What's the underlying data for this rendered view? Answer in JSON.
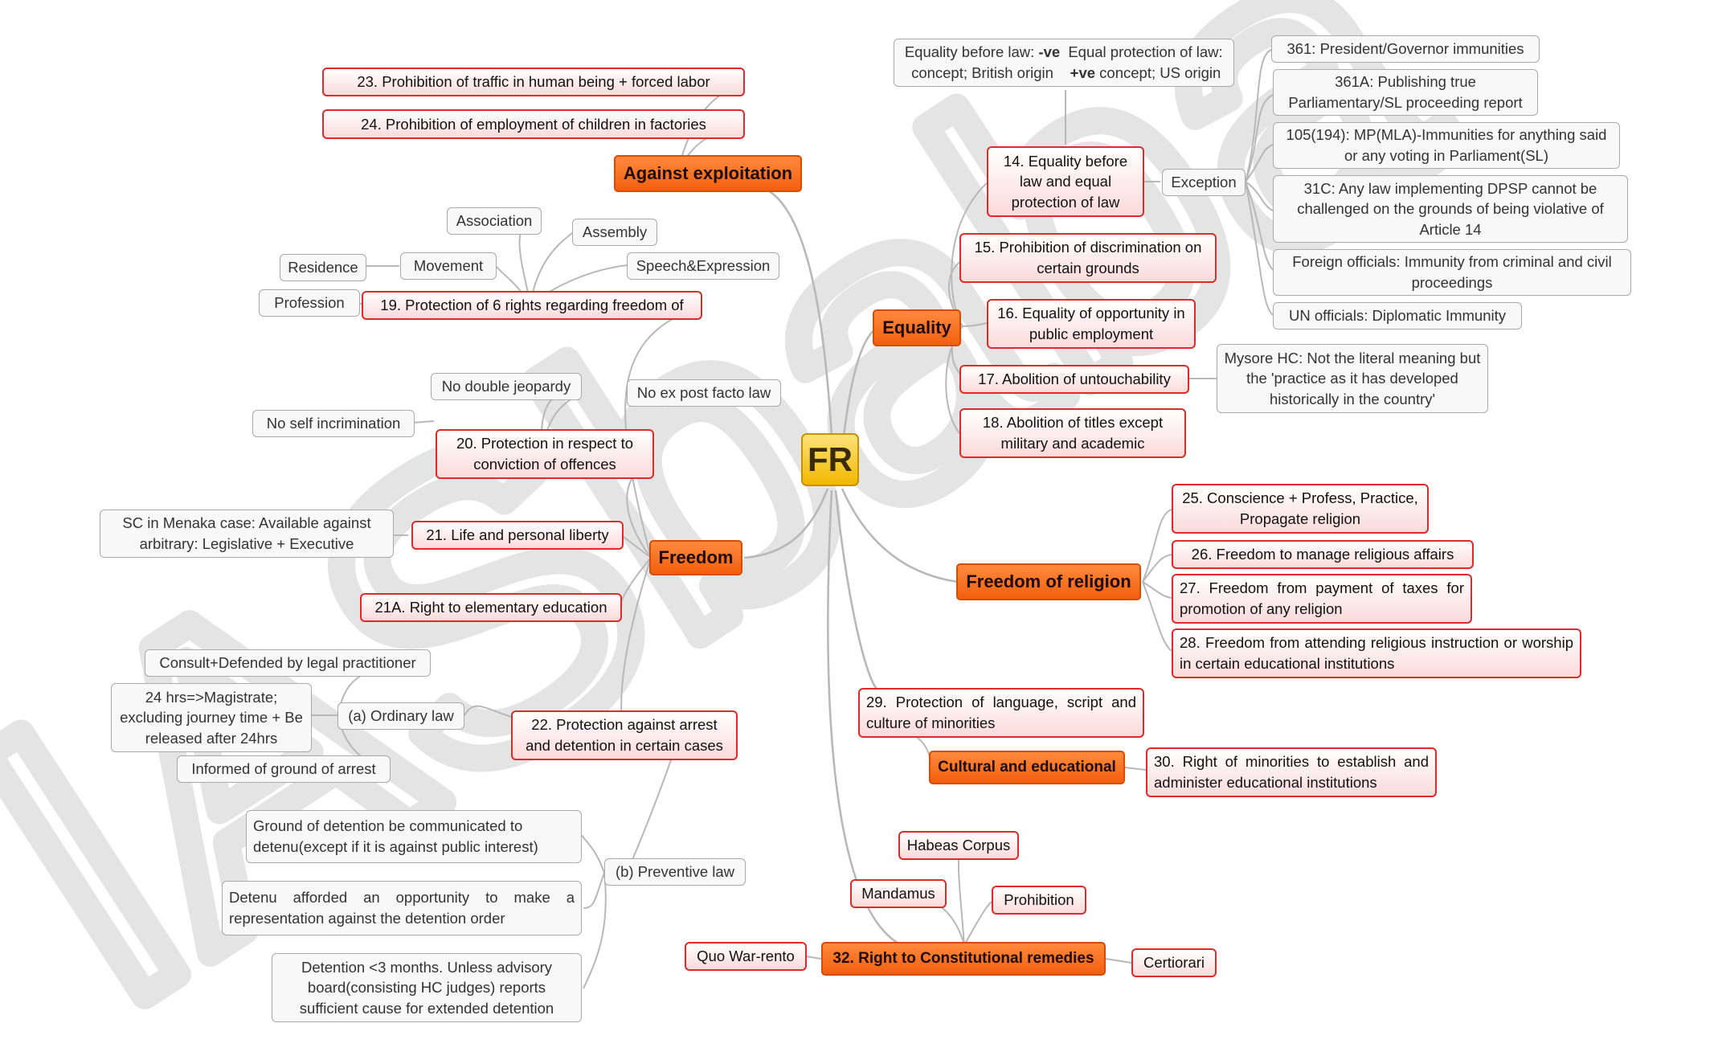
{
  "center": "FR",
  "watermark": "IASbaba",
  "branches": {
    "against_exploitation": "Against exploitation",
    "equality": "Equality",
    "freedom": "Freedom",
    "freedom_of_religion": "Freedom of religion",
    "cultural_educational": "Cultural and educational",
    "remedies": "32. Right to Constitutional remedies"
  },
  "exploitation": {
    "art23": "23. Prohibition of traffic in human being + forced labor",
    "art24": "24. Prohibition of employment of children in factories"
  },
  "freedom": {
    "art19": "19. Protection of 6 rights regarding freedom of",
    "art19_items": {
      "association": "Association",
      "assembly": "Assembly",
      "movement": "Movement",
      "residence": "Residence",
      "speech": "Speech&Expression",
      "profession": "Profession"
    },
    "art20": "20. Protection in respect to conviction of offences",
    "art20_items": {
      "double_jeopardy": "No double jeopardy",
      "ex_post_facto": "No ex post facto law",
      "self_incrimination": "No self incrimination"
    },
    "art21": "21. Life and personal liberty",
    "art21_note": "SC in Menaka case: Available against arbitrary: Legislative + Executive",
    "art21a": "21A. Right to elementary education",
    "art22": "22. Protection against arrest and detention in certain cases",
    "ordinary_law": "(a) Ordinary law",
    "ordinary_items": {
      "consult": "Consult+Defended by legal practitioner",
      "magistrate": "24 hrs=>Magistrate; excluding journey time + Be released after 24hrs",
      "informed": "Informed of ground of arrest"
    },
    "preventive_law": "(b) Preventive law",
    "preventive_items": {
      "ground": "Ground of detention be communicated to detenu(except if it is against public interest)",
      "representation": "Detenu afforded an opportunity to make a representation against the detention order",
      "three_months": "Detention <3 months. Unless advisory board(consisting HC judges) reports sufficient cause for extended detention"
    }
  },
  "equality": {
    "art14": "14. Equality before law and equal protection of law",
    "art14_note_1a": "Equality before law: ",
    "art14_note_1b": "-ve",
    "art14_note_1c": " concept; British origin",
    "art14_note_2a": "Equal protection of law: ",
    "art14_note_2b": "+ve",
    "art14_note_2c": " concept; US origin",
    "exception": "Exception",
    "exceptions": {
      "e361": "361: President/Governor immunities",
      "e361a": "361A: Publishing true Parliamentary/SL proceeding report",
      "e105": "105(194): MP(MLA)-Immunities for anything said or any voting in Parliament(SL)",
      "e31c": "31C: Any law implementing DPSP cannot be challenged on the grounds of being violative of Article 14",
      "foreign": "Foreign officials: Immunity from criminal and civil proceedings",
      "un": "UN officials: Diplomatic Immunity"
    },
    "art15": "15. Prohibition of discrimination on certain grounds",
    "art16": "16. Equality of opportunity in public employment",
    "art17": "17. Abolition of untouchability",
    "art17_note": "Mysore HC: Not the literal meaning but the 'practice as it has developed historically in the country'",
    "art18": "18. Abolition of titles except military and academic"
  },
  "religion": {
    "art25": "25. Conscience + Profess, Practice, Propagate religion",
    "art26": "26. Freedom to manage religious affairs",
    "art27": "27. Freedom from payment of taxes for promotion of any religion",
    "art28": "28. Freedom from attending religious instruction or worship in certain educational institutions"
  },
  "cultural": {
    "art29": "29. Protection of language, script and culture of minorities",
    "art30": "30. Right of minorities to establish and administer educational institutions"
  },
  "writs": {
    "habeas": "Habeas Corpus",
    "mandamus": "Mandamus",
    "prohibition": "Prohibition",
    "quo": "Quo War-rento",
    "certiorari": "Certiorari"
  },
  "colors": {
    "center": "#f2b800",
    "main_branch": "#f25f0e",
    "article_border": "#e02a2a",
    "note_border": "#a9a9a9",
    "link": "#b5b5b5",
    "watermark": "#e6e6e6"
  }
}
